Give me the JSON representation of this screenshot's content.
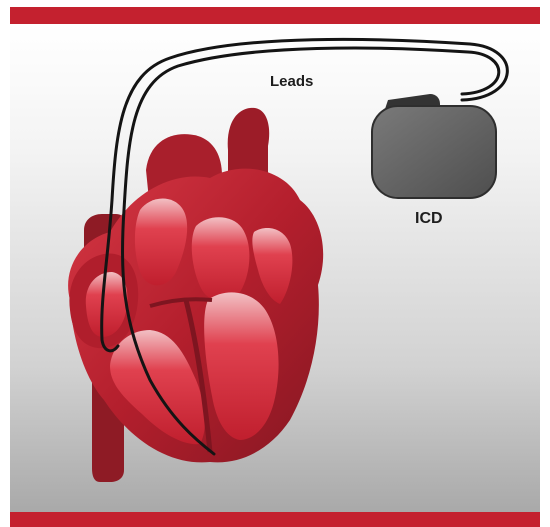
{
  "diagram": {
    "labels": {
      "leads": "Leads",
      "device": "ICD"
    },
    "colors": {
      "frame_bar": "#c4212f",
      "heart_dark": "#8e1b25",
      "heart_main": "#b41f2d",
      "heart_light": "#e04552",
      "device_body": "#5d5d5d",
      "lead_wire": "#141414"
    },
    "icons": [
      "heart-illustration",
      "icd-device",
      "lead-wires"
    ]
  }
}
